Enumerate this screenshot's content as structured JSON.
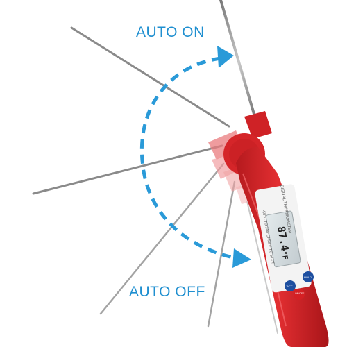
{
  "labels": {
    "auto_on": "AUTO ON",
    "auto_off": "AUTO OFF"
  },
  "thermometer": {
    "reading": "87.4",
    "unit": "°F",
    "brand_text": "DIGITAL THERMOMETER",
    "range_text": "-58°C TO 300°C/-58°F TO 572°F",
    "button_left": "°C/°F",
    "button_middle": "ON/OFF",
    "button_right": "HOLD"
  },
  "colors": {
    "label_blue": "#1f8fd0",
    "arrow_blue": "#2a9ad8",
    "body_red": "#d8252a",
    "probe_steel": "#9a9a9a",
    "lcd_bg": "#d6dfe1"
  },
  "icons": {
    "auto_on_arrow": "dashed-arrow-right-icon",
    "auto_off_arrow": "dashed-arrow-down-right-icon"
  }
}
